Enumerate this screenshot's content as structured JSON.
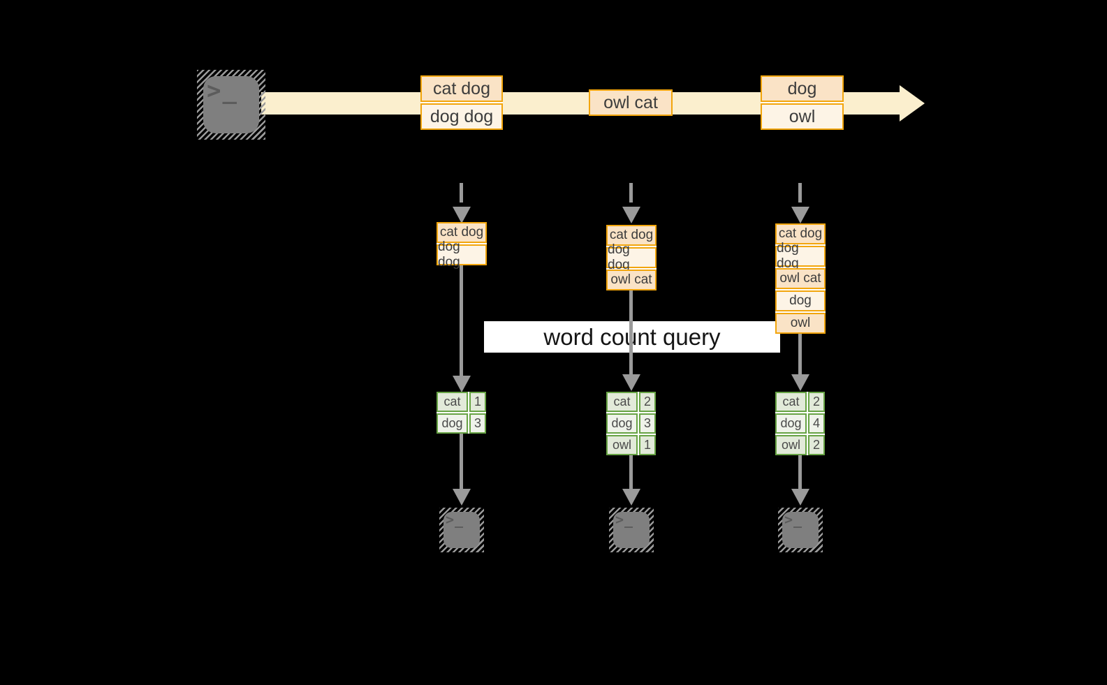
{
  "diagram": {
    "query_label": "word count query",
    "terminal_glyph": ">_",
    "stream_batches": [
      {
        "cells": [
          "cat dog",
          "dog dog"
        ]
      },
      {
        "cells": [
          "owl cat"
        ]
      },
      {
        "cells": [
          "dog",
          "owl"
        ]
      }
    ],
    "columns": [
      {
        "buffer": [
          "cat dog",
          "dog dog"
        ],
        "counts": [
          {
            "word": "cat",
            "count": "1"
          },
          {
            "word": "dog",
            "count": "3"
          }
        ]
      },
      {
        "buffer": [
          "cat dog",
          "dog dog",
          "owl cat"
        ],
        "counts": [
          {
            "word": "cat",
            "count": "2"
          },
          {
            "word": "dog",
            "count": "3"
          },
          {
            "word": "owl",
            "count": "1"
          }
        ]
      },
      {
        "buffer": [
          "cat dog",
          "dog dog",
          "owl cat",
          "dog",
          "owl"
        ],
        "counts": [
          {
            "word": "cat",
            "count": "2"
          },
          {
            "word": "dog",
            "count": "4"
          },
          {
            "word": "owl",
            "count": "2"
          }
        ]
      }
    ],
    "colors": {
      "amber_border": "#F2A50C",
      "peach_fill_dark": "#FAE3C6",
      "peach_fill_light": "#FDF4E6",
      "stream_band_cream": "#FBEFCE",
      "green_border": "#67A344",
      "green_fill_dark": "#E2EAD9",
      "green_fill_light": "#EFF3EA",
      "arrow_gray": "#9A9A9A",
      "terminal_gray": "#7F7F7F",
      "background": "#000000"
    }
  }
}
